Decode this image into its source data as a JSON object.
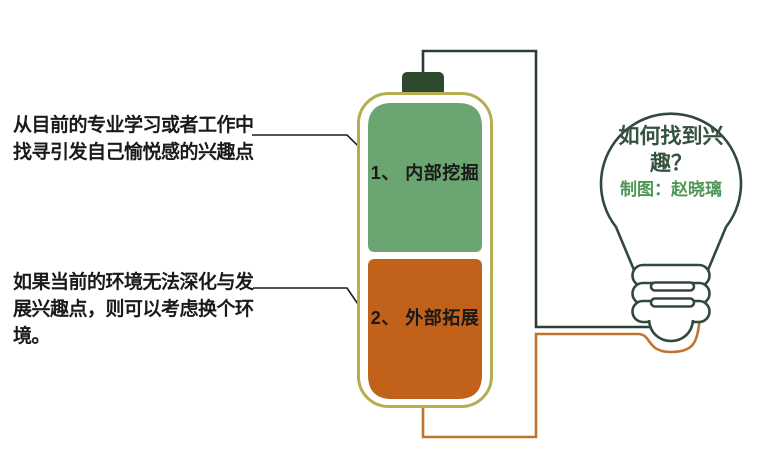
{
  "colors": {
    "background": "#ffffff",
    "battery_border": "#b5ad52",
    "battery_cap": "#2d4a2f",
    "segment1_fill": "#6ba571",
    "segment2_fill": "#c2611a",
    "wire_dark": "#2e3d36",
    "wire_orange": "#c0752e",
    "bulb_outline": "#31483f",
    "connector": "#1c1c1c",
    "title_color": "#34523d",
    "credit_color": "#4e9655",
    "label_color": "#191919"
  },
  "notes": [
    {
      "text": "从目前的专业学习或者工作中\n找寻引发自己愉悦感的兴趣点"
    },
    {
      "text": "如果当前的环境无法深化与发\n展兴趣点，则可以考虑换个环\n境。"
    }
  ],
  "battery": {
    "segments": [
      {
        "label": "1、 内部挖掘"
      },
      {
        "label": "2、 外部拓展"
      }
    ]
  },
  "bulb": {
    "title": "如何找到兴\n趣？",
    "credit": "制图：赵晓璃"
  }
}
